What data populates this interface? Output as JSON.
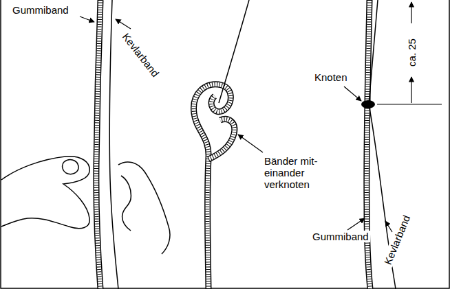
{
  "diagram": {
    "labels": [
      "Gummiband",
      "Kevlarband",
      "Bänder mit- einander verknoten",
      "Knoten",
      "ca. 25",
      "Gummiband",
      "Kevlarband"
    ]
  }
}
